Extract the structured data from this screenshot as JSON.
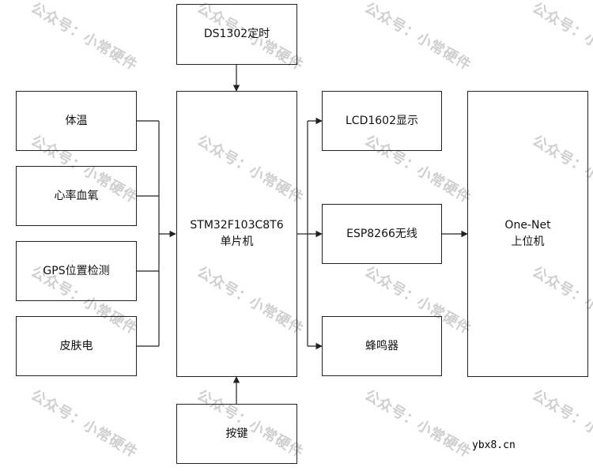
{
  "blocks": {
    "ds1302": "DS1302定时",
    "temp": "体温",
    "heart": "心率血氧",
    "gps": "GPS位置检测",
    "skin": "皮肤电",
    "mcu_line1": "STM32F103C8T6",
    "mcu_line2": "单片机",
    "lcd": "LCD1602显示",
    "esp": "ESP8266无线",
    "buzzer": "蜂鸣器",
    "host_line1": "One-Net",
    "host_line2": "上位机",
    "key": "按键"
  },
  "watermark": "公众号：小常硬件",
  "site": "ybx8.cn",
  "colors": {
    "line": "#222222",
    "watermark": "#cfcfcf"
  }
}
